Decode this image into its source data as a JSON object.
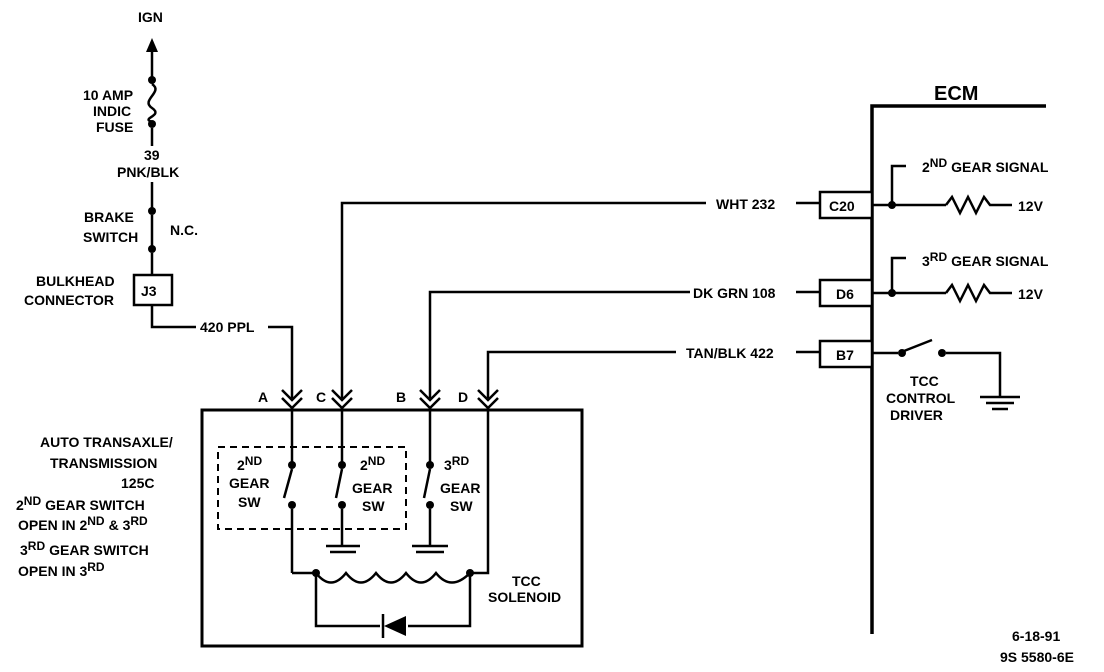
{
  "ign_label": "IGN",
  "fuse": {
    "line1": "10 AMP",
    "line2": "INDIC",
    "line3": "FUSE"
  },
  "wire_39": {
    "number": "39",
    "color": "PNK/BLK"
  },
  "brake_switch": {
    "line1": "BRAKE",
    "line2": "SWITCH",
    "state": "N.C."
  },
  "bulkhead": {
    "line1": "BULKHEAD",
    "line2": "CONNECTOR",
    "pin": "J3"
  },
  "wire_420": "420 PPL",
  "wire_232": "WHT 232",
  "wire_108": "DK GRN 108",
  "wire_422": "TAN/BLK 422",
  "ecm": {
    "title": "ECM",
    "pins": [
      "C20",
      "D6",
      "B7"
    ],
    "gear2_signal": {
      "sup": "ND",
      "text": "GEAR SIGNAL",
      "num": "2"
    },
    "gear3_signal": {
      "sup": "RD",
      "text": "GEAR SIGNAL",
      "num": "3"
    },
    "volt1": "12V",
    "volt2": "12V",
    "tcc_driver": {
      "line1": "TCC",
      "line2": "CONTROL",
      "line3": "DRIVER"
    }
  },
  "connector_letters": [
    "A",
    "C",
    "B",
    "D"
  ],
  "transaxle": {
    "lines": [
      "AUTO TRANSAXLE/",
      "TRANSMISSION",
      "125C"
    ],
    "note1_num": "2",
    "note1_sup": "ND",
    "note1_text": "GEAR SWITCH",
    "note2_text": "OPEN IN 2",
    "note2_sup": "ND",
    "note2_tail": "& 3",
    "note2_sup2": "RD",
    "note3_num": "3",
    "note3_sup": "RD",
    "note3_text": "GEAR SWITCH",
    "note4_text": "OPEN IN 3",
    "note4_sup": "RD"
  },
  "switches": [
    {
      "num": "2",
      "sup": "ND",
      "l2": "GEAR",
      "l3": "SW"
    },
    {
      "num": "2",
      "sup": "ND",
      "l2": "GEAR",
      "l3": "SW"
    },
    {
      "num": "3",
      "sup": "RD",
      "l2": "GEAR",
      "l3": "SW"
    }
  ],
  "tcc_solenoid": {
    "line1": "TCC",
    "line2": "SOLENOID"
  },
  "footer": {
    "date": "6-18-91",
    "code": "9S 5580-6E"
  }
}
